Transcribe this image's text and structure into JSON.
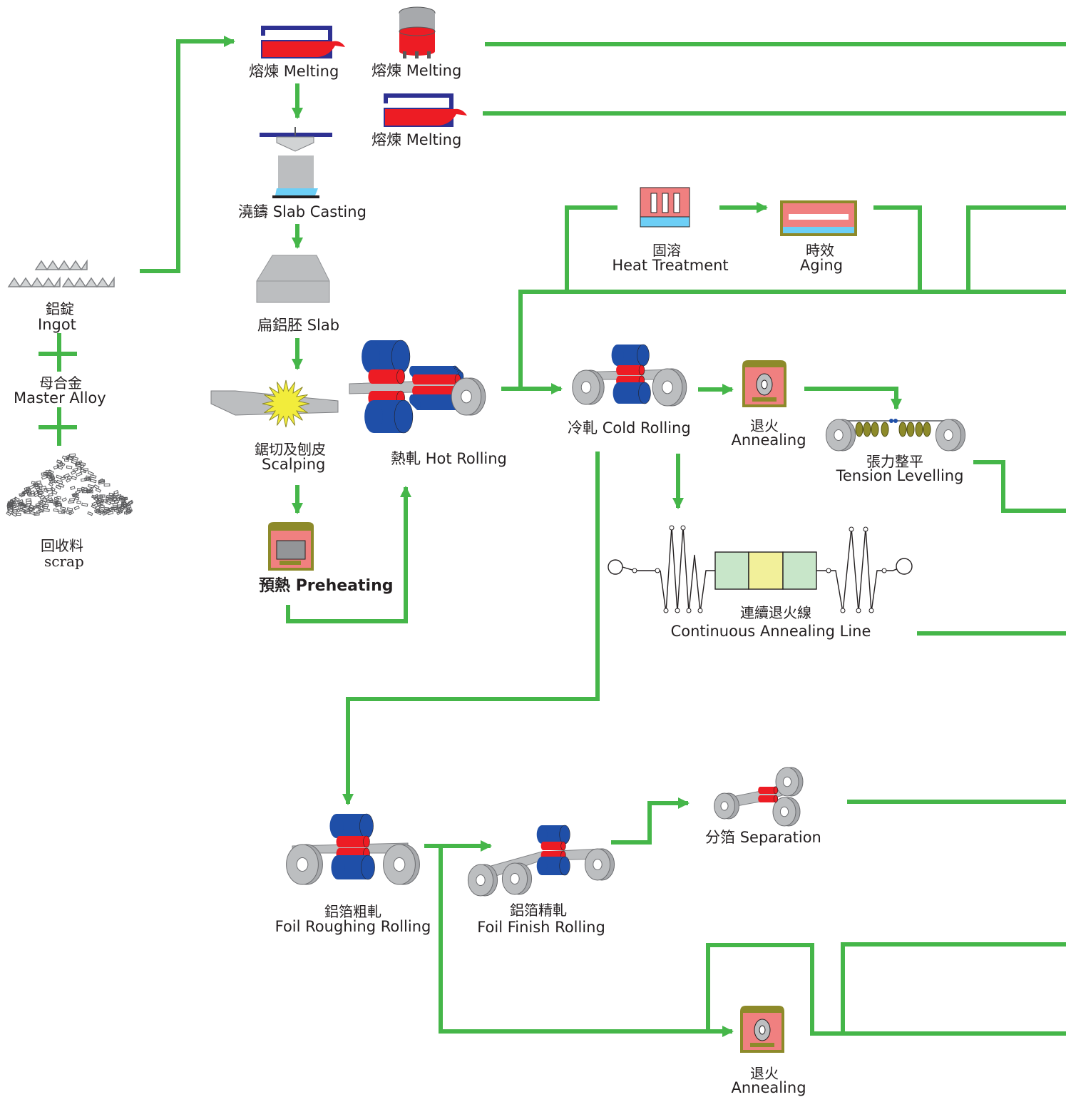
{
  "steps": {
    "ingot": {
      "zh": "鋁錠",
      "en": "Ingot"
    },
    "master_alloy": {
      "zh": "母合金",
      "en": "Master Alloy"
    },
    "scrap": {
      "zh": "回收料",
      "en": "scrap"
    },
    "melting_1": {
      "zh": "熔煉",
      "en": "Melting"
    },
    "melting_2": {
      "zh": "熔煉",
      "en": "Melting"
    },
    "melting_3": {
      "zh": "熔煉",
      "en": "Melting"
    },
    "slab_casting": {
      "zh": "澆鑄",
      "en": "Slab Casting"
    },
    "slab": {
      "zh": "扁鋁胚",
      "en": "Slab"
    },
    "scalping": {
      "zh": "鋸切及刨皮",
      "en": "Scalping"
    },
    "preheating": {
      "zh": "預熱",
      "en": "Preheating"
    },
    "hot_rolling": {
      "zh": "熱軋",
      "en": "Hot Rolling"
    },
    "heat_treatment": {
      "zh": "固溶",
      "en": "Heat Treatment"
    },
    "aging": {
      "zh": "時效",
      "en": "Aging"
    },
    "cold_rolling": {
      "zh": "冷軋",
      "en": "Cold Rolling"
    },
    "annealing_1": {
      "zh": "退火",
      "en": "Annealing"
    },
    "tension_levelling": {
      "zh": "張力整平",
      "en": "Tension Levelling"
    },
    "continuous_annealing": {
      "zh": "連續退火線",
      "en": "Continuous Annealing Line"
    },
    "foil_roughing": {
      "zh": "鋁箔粗軋",
      "en": "Foil Roughing Rolling"
    },
    "foil_finish": {
      "zh": "鋁箔精軋",
      "en": "Foil Finish Rolling"
    },
    "separation": {
      "zh": "分箔",
      "en": "Separation"
    },
    "annealing_2": {
      "zh": "退火",
      "en": "Annealing"
    }
  },
  "colors": {
    "flow_line": "#45b649",
    "roll_red": "#ed1c24",
    "roll_blue": "#1f4fa8",
    "roll_gray": "#a7a9ac",
    "furnace_olive": "#8d8a2a",
    "furnace_pink": "#f08080",
    "furnace_navy": "#2e3192",
    "heat_cyan": "#6dcff6",
    "cal_green": "#c8e6c9",
    "cal_yellow": "#f2f09a"
  }
}
